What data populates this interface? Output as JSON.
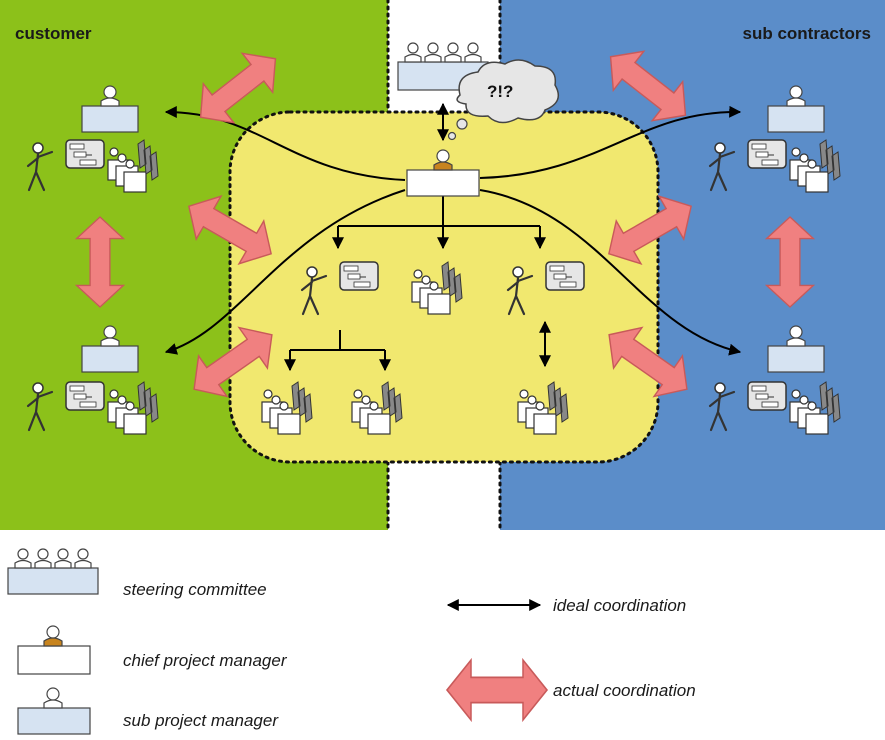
{
  "regions": {
    "customer_label": "customer",
    "subcontractors_label": "sub contractors"
  },
  "thought_bubble": "?!?",
  "legend": {
    "steering_committee": "steering committee",
    "chief_project_manager": "chief project manager",
    "sub_project_manager": "sub project manager",
    "ideal_coordination": "ideal coordination",
    "actual_coordination": "actual coordination"
  },
  "colors": {
    "customer_bg": "#8cc11a",
    "subcontractors_bg": "#5b8dc9",
    "project_bg": "#f1e86f",
    "panel_fill": "#d6e3f2",
    "actual_arrow": "#f08080",
    "chief_head": "#c8841e"
  }
}
